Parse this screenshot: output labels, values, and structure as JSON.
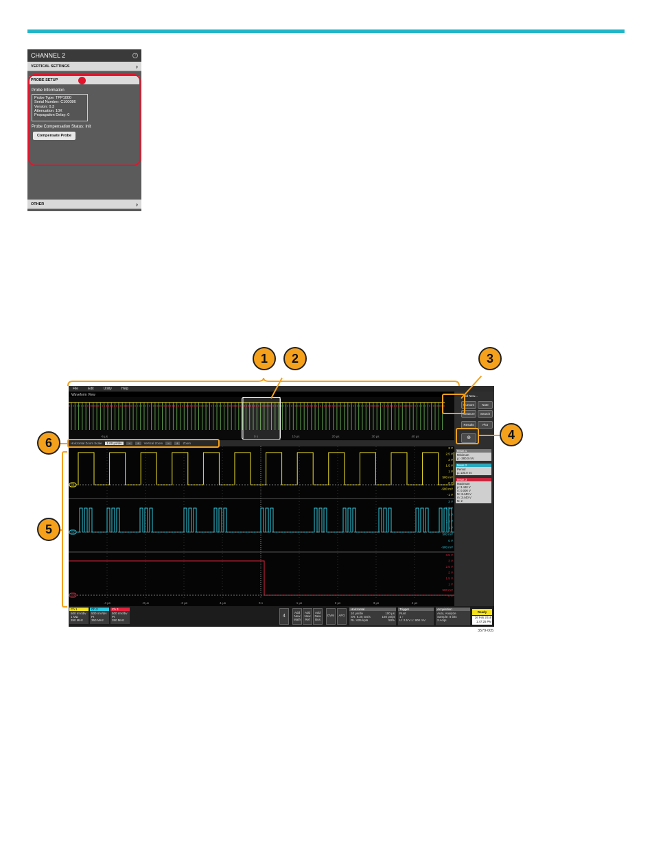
{
  "channel_panel": {
    "title": "CHANNEL 2",
    "vertical_settings": "VERTICAL SETTINGS",
    "probe_setup": "PROBE SETUP",
    "probe_info_label": "Probe Information",
    "probe_info": {
      "type": "Probe Type: TPP1000",
      "serial": "Serial Number: C100086",
      "version": "Version: 0.3",
      "attenuation": "Attenuation: 10X",
      "delay": "Propagation Delay: 0"
    },
    "comp_status": "Probe Compensation Status: Init",
    "compensate_button": "Compensate Probe",
    "other": "OTHER"
  },
  "scope": {
    "menu": [
      "File",
      "Edit",
      "Utility",
      "Help"
    ],
    "waveform_view": "Waveform View",
    "overview_ticks": [
      "-5 μs",
      "0 s",
      "10 μs",
      "20 μs",
      "30 μs",
      "40 μs"
    ],
    "zoom_toolbar": {
      "label": "Horizontal Zoom Scale",
      "value": "1.00 μs/div",
      "vertical_zoom": "Vertical Zoom",
      "zoom_label": "Zoom"
    },
    "main_ticks": [
      "-4 μs",
      "-3 μs",
      "-2 μs",
      "-1 μs",
      "0 s",
      "1 μs",
      "2 μs",
      "3 μs",
      "4 μs"
    ],
    "ch1_scale": [
      "3 V",
      "2.5 V",
      "2 V",
      "1.5 V",
      "1 V",
      "500 mV",
      "0 V",
      "-500 mV",
      "-1 V"
    ],
    "ch2_scale": [
      "3 V",
      "2.5 V",
      "2 V",
      "1.5 V",
      "1 V",
      "500 mV",
      "0 V",
      "-500 mV"
    ],
    "ch3_scale": [
      "3.5 V",
      "3 V",
      "2.5 V",
      "2 V",
      "1.5 V",
      "1 V",
      "500 mV",
      "0 V"
    ],
    "rightbar": {
      "add_new": "Add New...",
      "cursors": "Cursors",
      "note": "Note",
      "measure": "Measure",
      "search": "Search",
      "results": "Results",
      "plot": "Plot",
      "meas1_title": "Meas 1",
      "meas1_name": "Minimum",
      "meas1_value": "μ: -380.0 mV",
      "meas2_title": "Meas 2",
      "meas2_name": "Period",
      "meas2_value": "μ: 130.0 ns",
      "meas3_title": "Meas 3",
      "meas3_name": "Maximum",
      "meas3_lines": [
        "μ: 3.440 V",
        "σ: 0.000 V",
        "M: 3.440 V",
        "m: 3.440 V",
        "N: 2"
      ]
    },
    "status": {
      "ch1": {
        "name": "Ch 1",
        "l1": "500 mV/div",
        "l2": "1 MΩ",
        "l3": "350 MHz"
      },
      "ch2": {
        "name": "Ch 2",
        "l1": "500 mV/div",
        "l2": "Pt",
        "l3": "350 MHz"
      },
      "ch3": {
        "name": "Ch 3",
        "l1": "500 mV/div",
        "l2": "Pt",
        "l3": "350 MHz"
      },
      "count": "4",
      "add_math": "Add New Math",
      "add_ref": "Add New Ref",
      "add_bus": "Add New Bus",
      "dvm": "DVM",
      "afg": "AFG",
      "horizontal": {
        "title": "Horizontal",
        "l1": "10 μs/div",
        "l2": "SR: 6.25 GS/s",
        "l3": "RL: 625 kpts",
        "r1": "100 μs",
        "r2": "160 ps/pt",
        "r3": "50%"
      },
      "trigger": {
        "title": "Trigger",
        "type": "Runt",
        "l1": "1 ↑",
        "l2": "U: 2.5 V   L: 900 mV"
      },
      "acquisition": {
        "title": "Acquisition",
        "l1": "Auto,    Analyze",
        "l2": "Sample: 8 bits",
        "l3": "2 Acqs"
      },
      "ready": "Ready",
      "date": "26 Feb 2016",
      "time": "1:47:25 PM"
    }
  },
  "callouts": [
    "1",
    "2",
    "3",
    "4",
    "5",
    "6"
  ],
  "figure_id": "3579-005",
  "colors": {
    "accent": "#1fb6c9",
    "callout": "#f5a11c",
    "ch1": "#f1e22b",
    "ch2": "#2ec9e0",
    "ch3": "#e3243f",
    "highlight": "#e3142c"
  }
}
